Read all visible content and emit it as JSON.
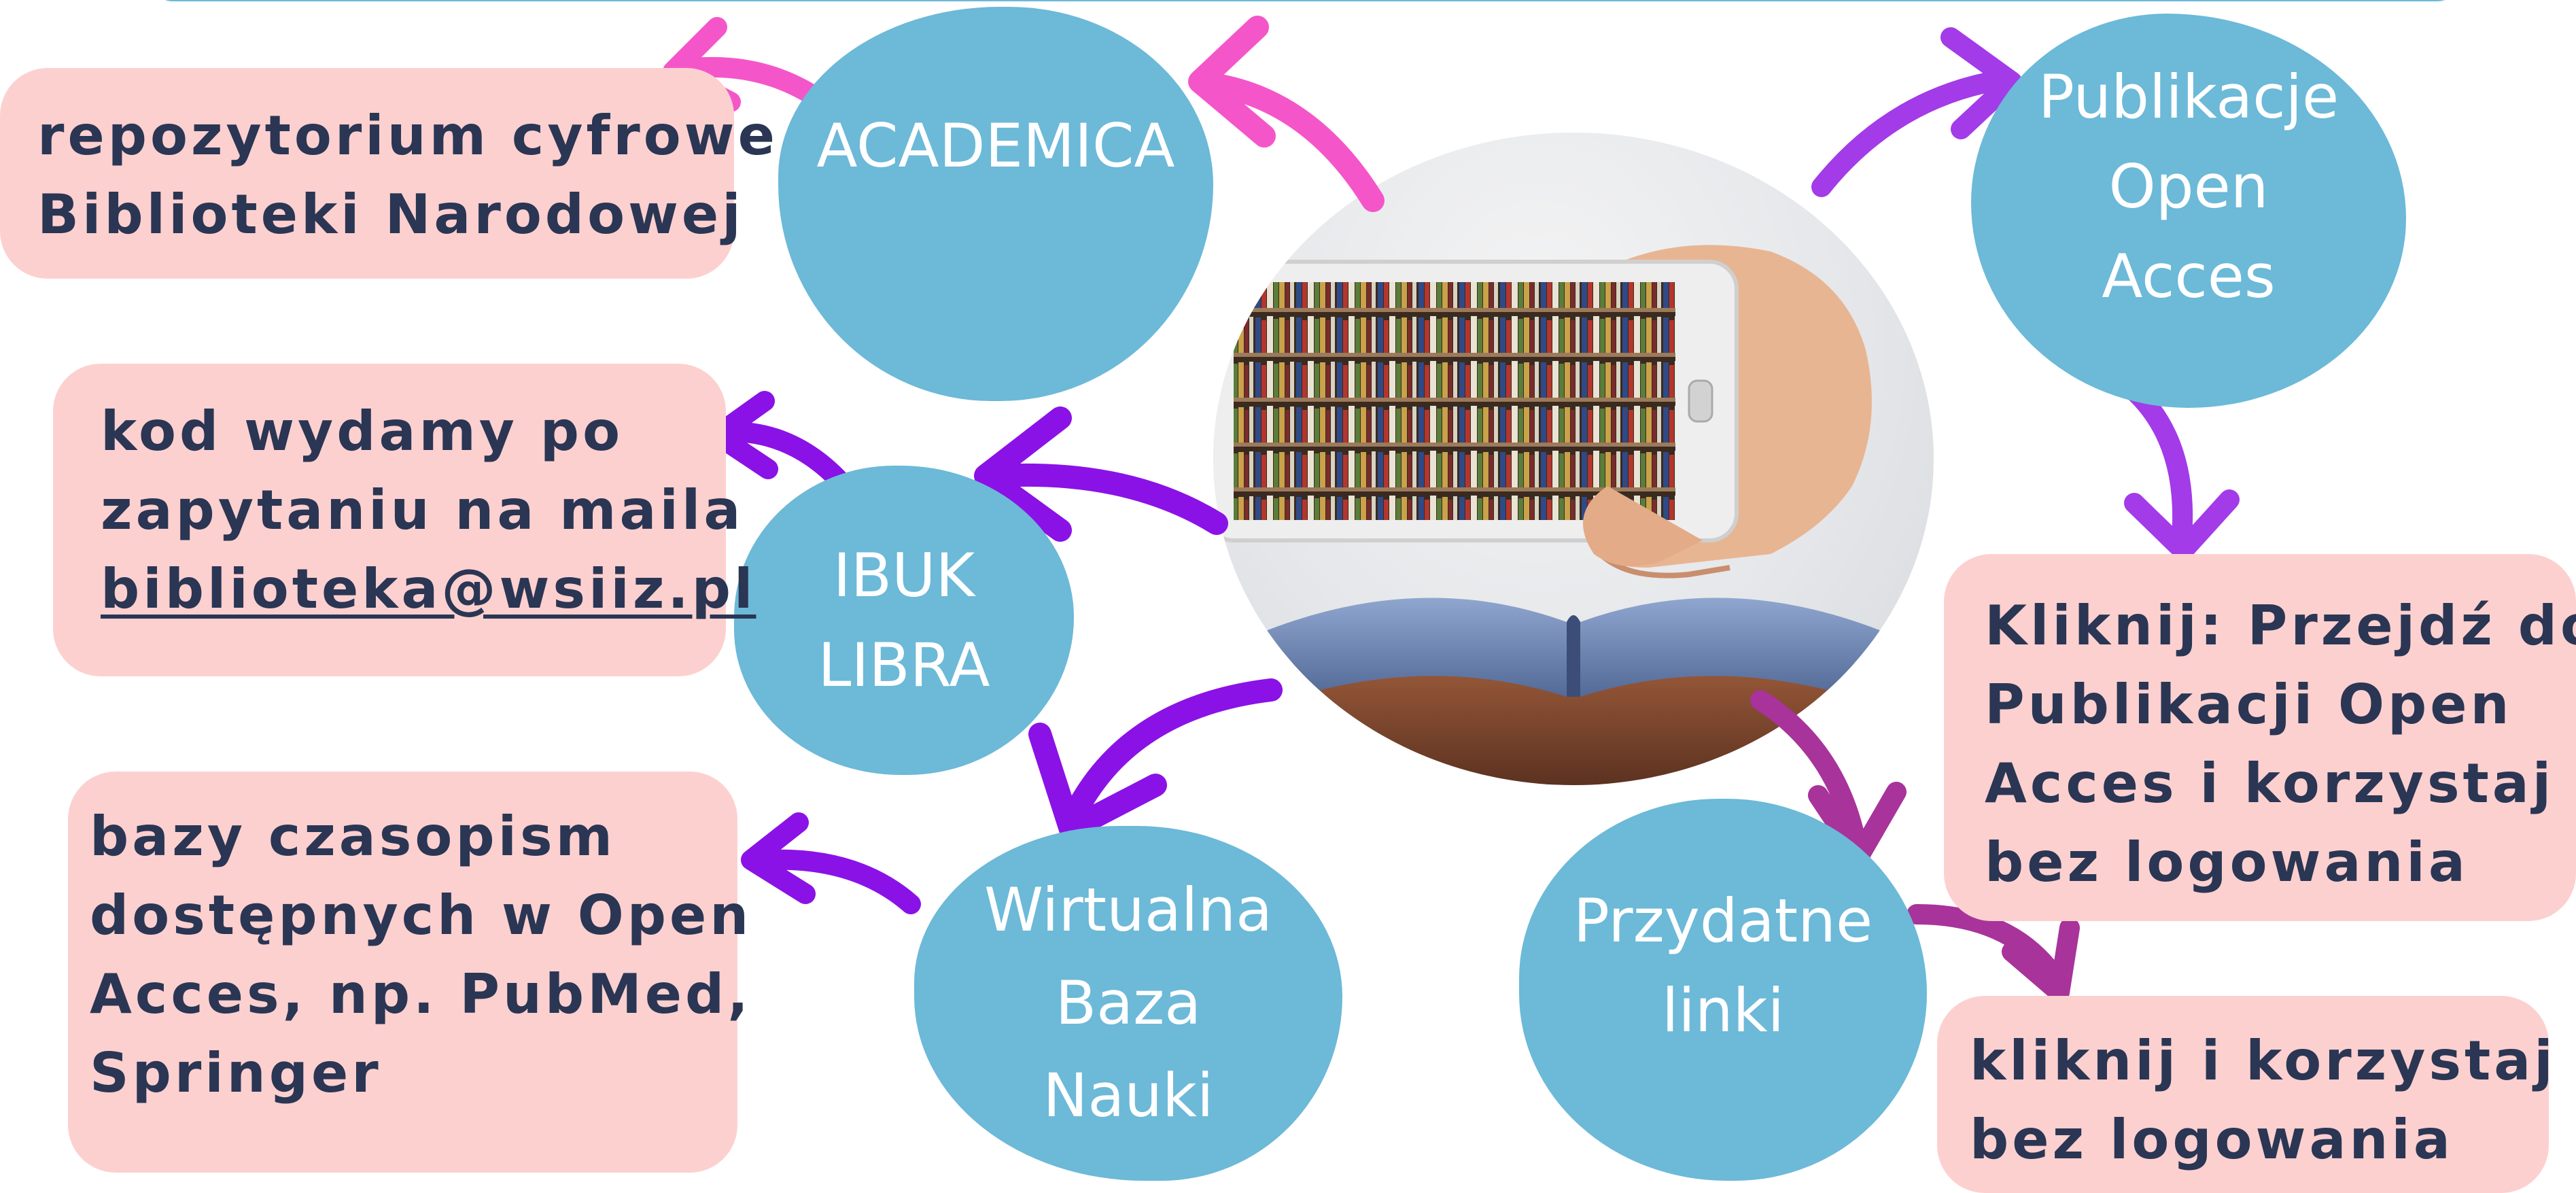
{
  "colors": {
    "blob": "#6cb9d8",
    "box": "#fdd0d0",
    "box_text": "#2a3653",
    "arrow_pink": "#f456c9",
    "arrow_violet": "#8a12e6",
    "arrow_lilac": "#a33be8",
    "arrow_plum": "#a8339a"
  },
  "image": {
    "icon": "smartphone-photographing-bookshelf-illustration"
  },
  "nodes": {
    "academica": {
      "lines": [
        "ACADEMICA"
      ]
    },
    "ibuk": {
      "lines": [
        "IBUK",
        "LIBRA"
      ]
    },
    "wbn": {
      "lines": [
        "Wirtualna",
        "Baza",
        "Nauki"
      ]
    },
    "przydatne": {
      "lines": [
        "Przydatne",
        "linki"
      ]
    },
    "publikacje": {
      "lines": [
        "Publikacje",
        "Open",
        "Acces"
      ]
    }
  },
  "boxes": {
    "academica": {
      "lines": [
        "repozytorium cyfrowe",
        "Biblioteki Narodowej"
      ]
    },
    "ibuk": {
      "lines": [
        "kod wydamy po",
        "zapytaniu na maila"
      ],
      "email": "biblioteka@wsiiz.pl"
    },
    "wbn": {
      "lines": [
        "bazy czasopism",
        "dostępnych w Open",
        "Acces, np. PubMed,",
        "Springer"
      ]
    },
    "publikacje": {
      "lines": [
        "Kliknij: Przejdź do",
        "Publikacji Open",
        "Acces i korzystaj",
        "bez logowania"
      ]
    },
    "przydatne": {
      "lines": [
        "kliknij i korzystaj",
        "bez logowania"
      ]
    }
  }
}
